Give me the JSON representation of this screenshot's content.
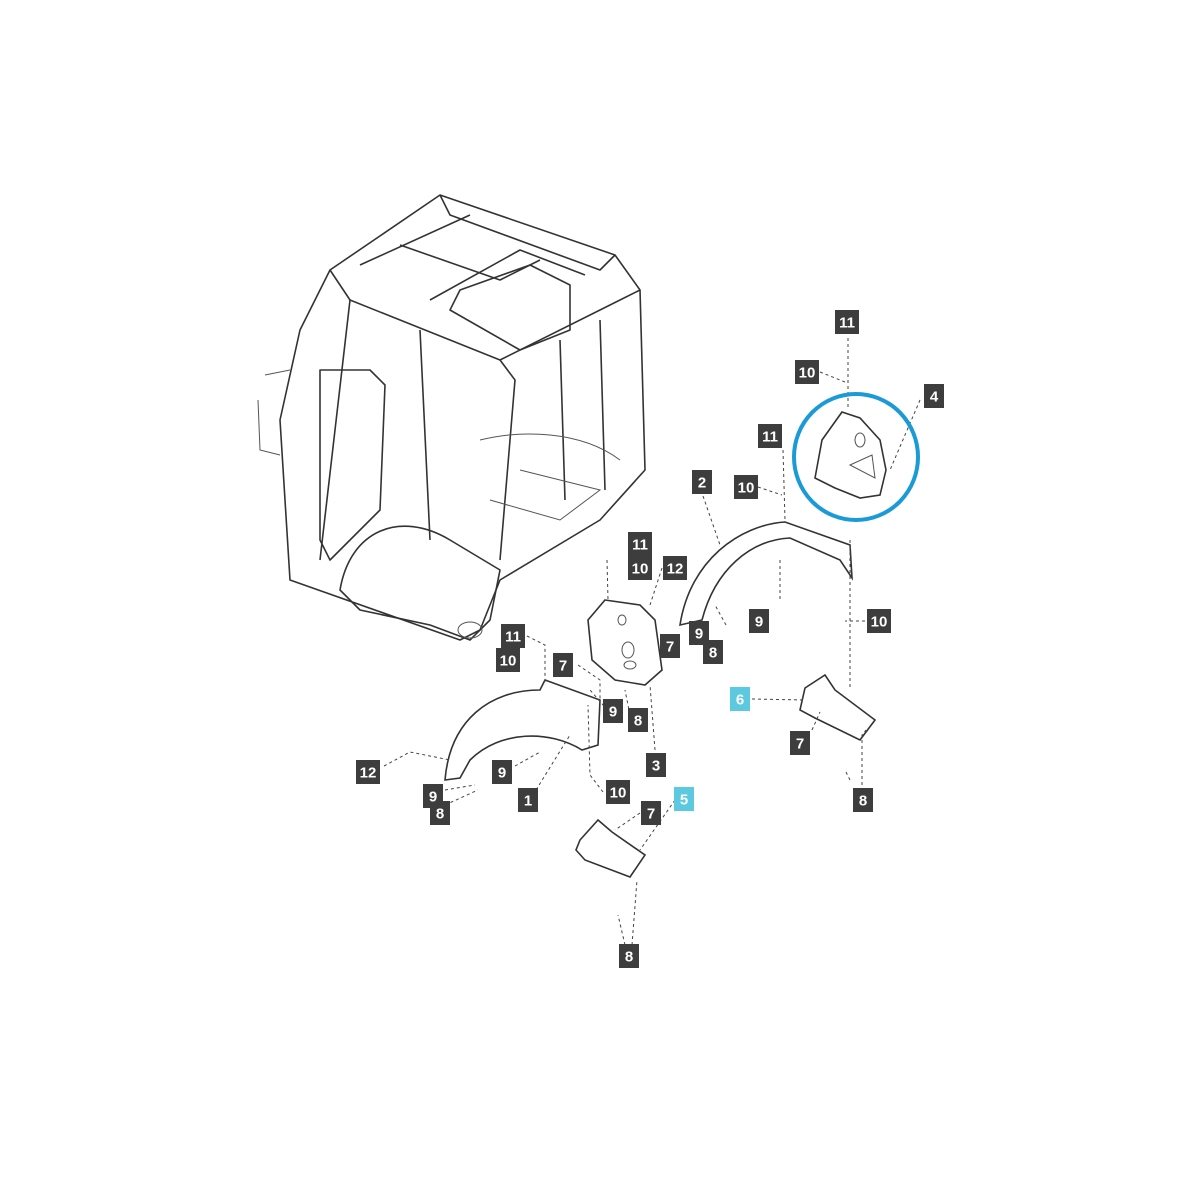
{
  "highlight_color": "#5cc9e0",
  "selection_circle_color": "#1a9ad6",
  "label_color": "#3d3d3d",
  "selected_part": "4",
  "callouts": [
    {
      "text": "11"
    },
    {
      "text": "10"
    },
    {
      "text": "4"
    },
    {
      "text": "11"
    },
    {
      "text": "10"
    },
    {
      "text": "2"
    },
    {
      "text": "11"
    },
    {
      "text": "10"
    },
    {
      "text": "12"
    },
    {
      "text": "7"
    },
    {
      "text": "9"
    },
    {
      "text": "8"
    },
    {
      "text": "9"
    },
    {
      "text": "10"
    },
    {
      "text": "11"
    },
    {
      "text": "10"
    },
    {
      "text": "7"
    },
    {
      "text": "9"
    },
    {
      "text": "8"
    },
    {
      "text": "3"
    },
    {
      "text": "6",
      "highlighted": true
    },
    {
      "text": "7"
    },
    {
      "text": "8"
    },
    {
      "text": "12"
    },
    {
      "text": "9"
    },
    {
      "text": "1"
    },
    {
      "text": "8"
    },
    {
      "text": "9"
    },
    {
      "text": "10"
    },
    {
      "text": "5",
      "highlighted": true
    },
    {
      "text": "7"
    },
    {
      "text": "8"
    }
  ]
}
